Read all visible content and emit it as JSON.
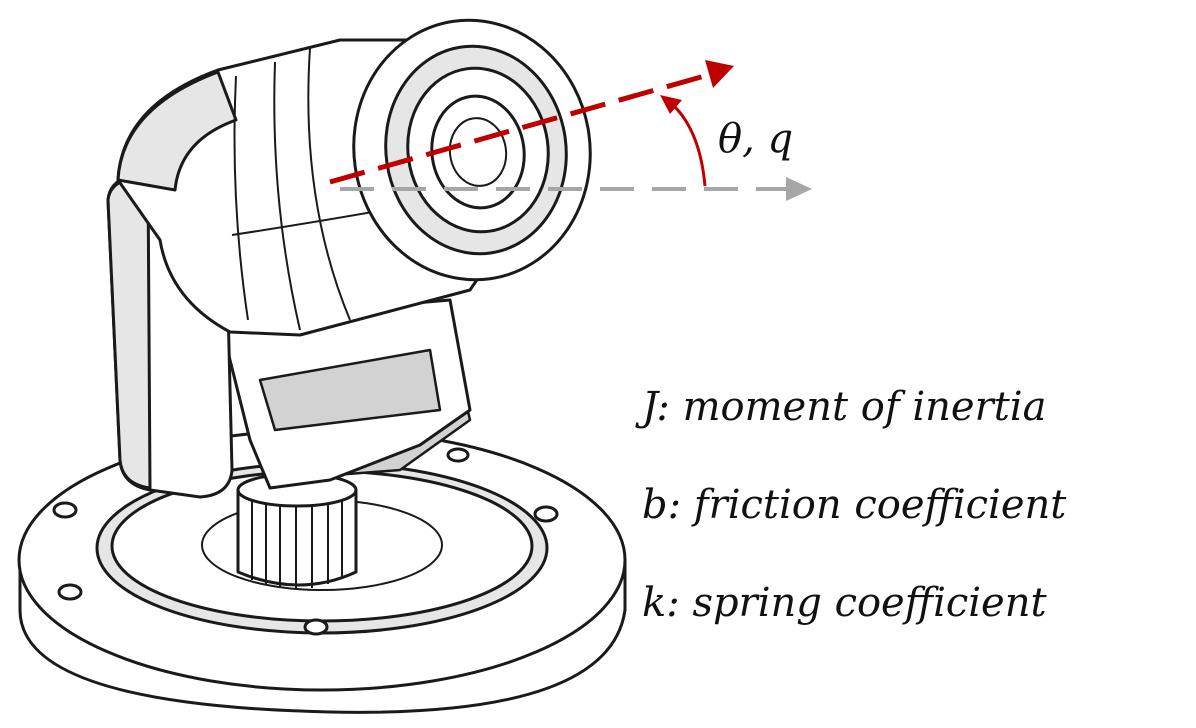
{
  "angle_label": "θ, q",
  "legend": [
    {
      "symbol": "J",
      "text": ": moment of inertia"
    },
    {
      "symbol": "b",
      "text": ": friction coefficient"
    },
    {
      "symbol": "k",
      "text": ": spring coefficient"
    }
  ],
  "colors": {
    "beam_axis": "#c00000",
    "reference_axis": "#a6a6a6",
    "angle_arc": "#c00000",
    "line_art": "#1a1a1a"
  }
}
